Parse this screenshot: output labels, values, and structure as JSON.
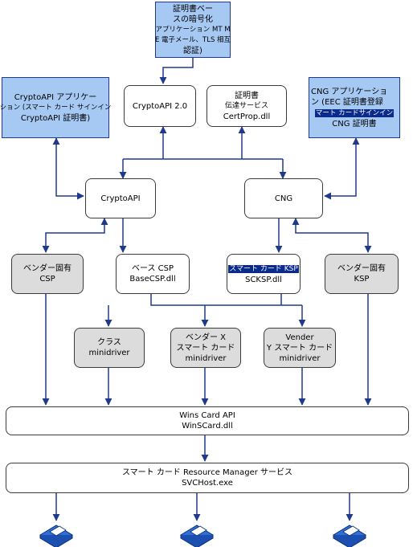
{
  "boxes": {
    "top_app": [
      "証明書ベー",
      "スの暗号化",
      "アプリケーション MT M",
      "E 電子メール、TLS 相互",
      "認証)"
    ],
    "cryptoapi_app": [
      "CryptoAPI アプリケー",
      "ション (スマート カード サインイン",
      "CryptoAPI 証明書)"
    ],
    "cryptoapi20": [
      "CryptoAPI 2.0"
    ],
    "certprop": [
      "証明書",
      "伝達サービス",
      "CertProp.dll"
    ],
    "cng_app": [
      "CNG アプリケーショ",
      "ン (EEC 証明書登録",
      "マート カードサインイン",
      "CNG 証明書"
    ],
    "cryptoapi": [
      "CryptoAPI"
    ],
    "cng": [
      "CNG"
    ],
    "vendor_csp": [
      "ベンダー固有",
      "CSP"
    ],
    "basecsp": [
      "ベース CSP",
      "BaseCSP.dll"
    ],
    "scksp": [
      "スマート カード KSP",
      "SCKSP.dll"
    ],
    "vendor_ksp": [
      "ベンダー固有",
      "KSP"
    ],
    "class_md": [
      "クラス",
      "minidriver"
    ],
    "vendorx_md": [
      "ベンダー X",
      "スマート カード",
      "minidriver"
    ],
    "vendery_md": [
      "Vender",
      "Y スマート カード",
      "minidriver"
    ],
    "winscard": [
      "Wins Card API",
      "WinSCard.dll"
    ],
    "rm": [
      "スマート カード Resource Manager サービス",
      "SVCHost.exe"
    ]
  },
  "icons": [
    "card-reader-icon",
    "card-reader-icon",
    "card-reader-icon"
  ],
  "colors": {
    "app_box": "#a6c9f4",
    "gray_box": "#dcdcdc",
    "arrow": "#1f3a8a",
    "highlight": "#0a2a8c"
  }
}
